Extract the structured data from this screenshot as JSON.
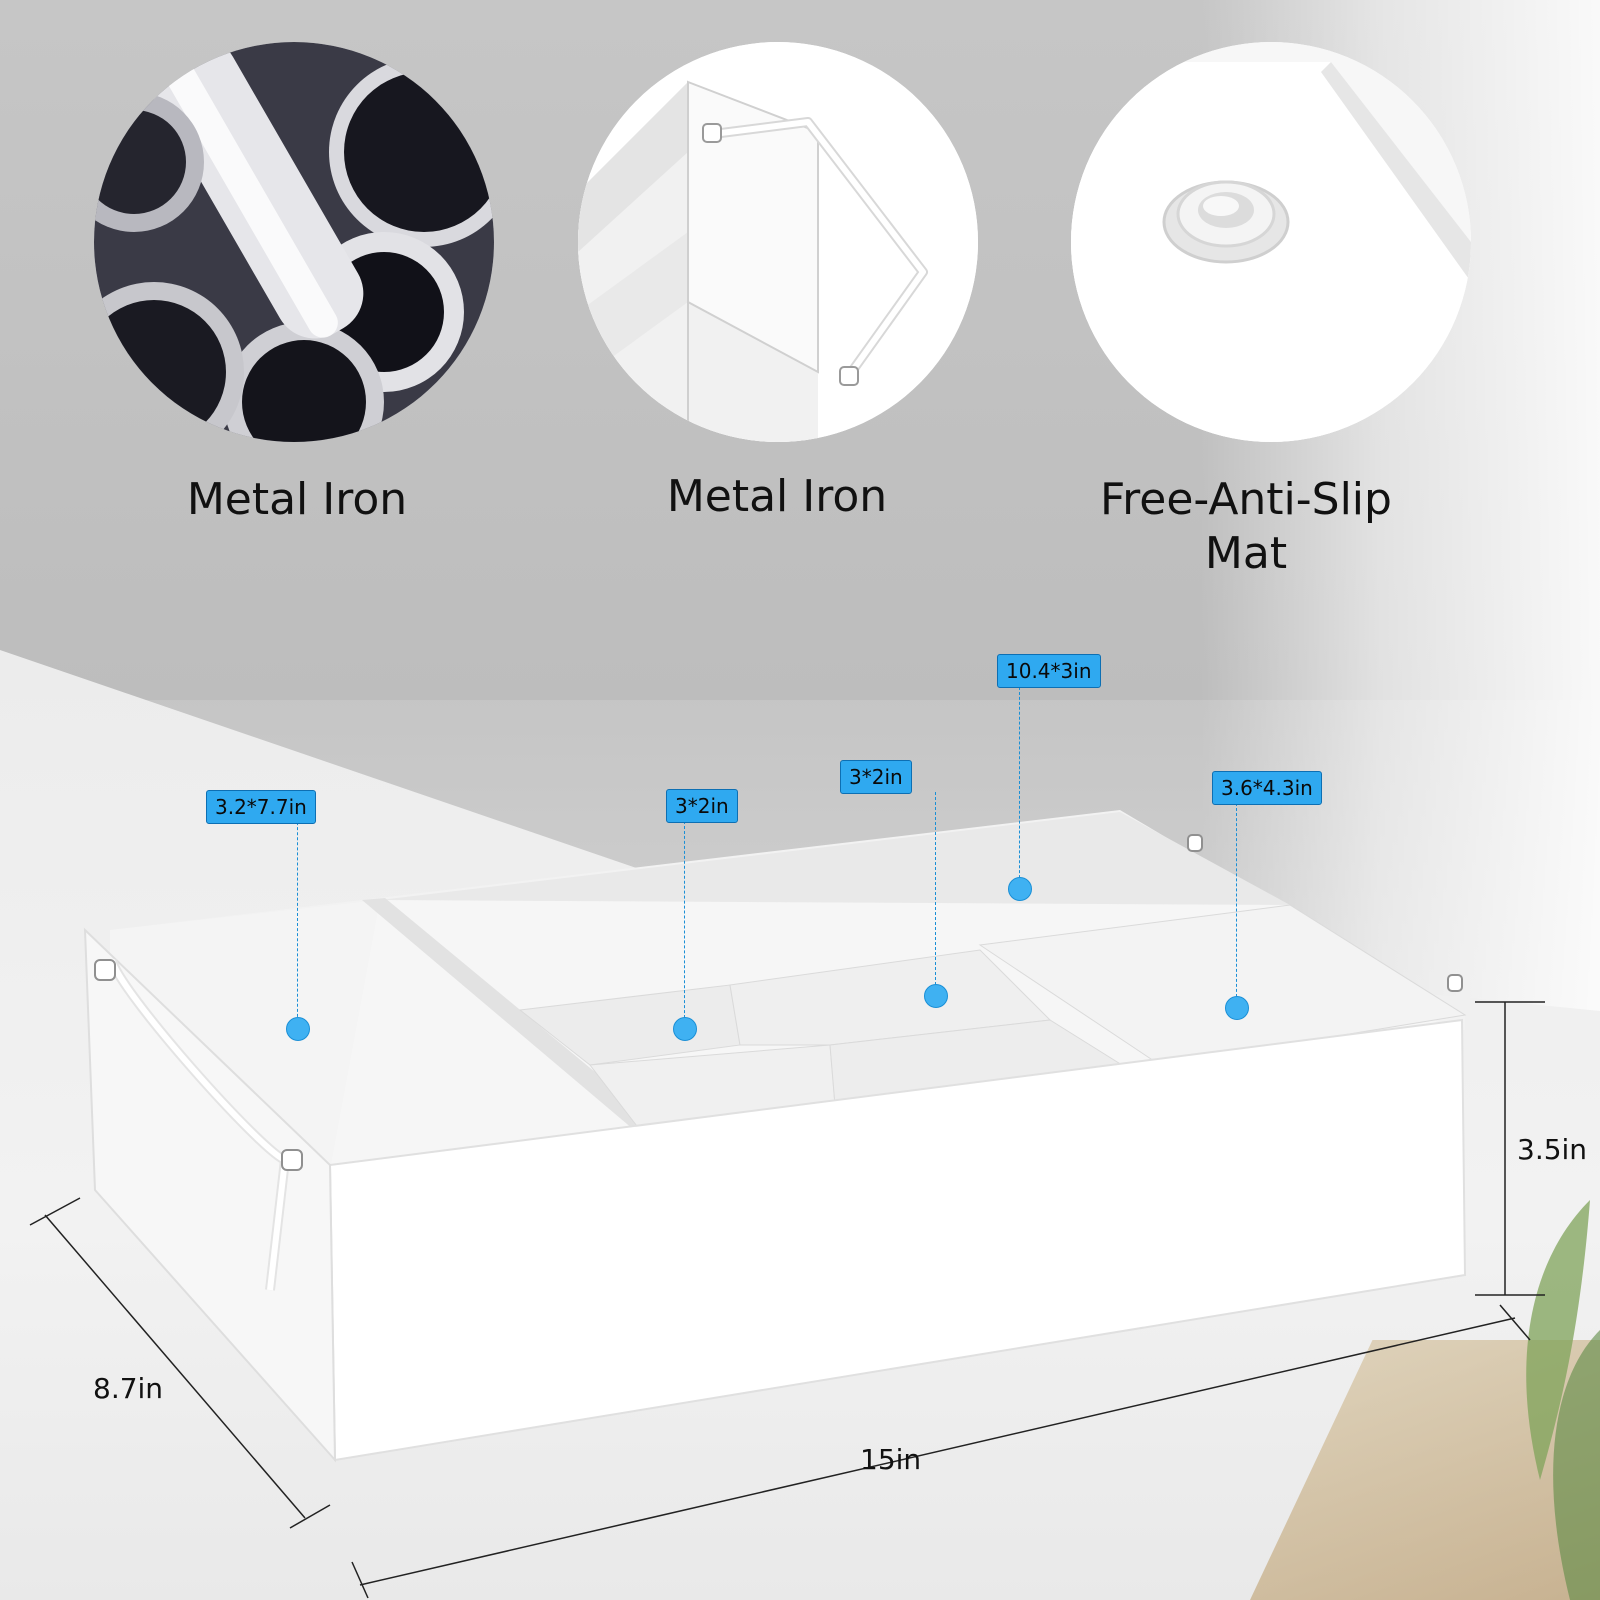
{
  "features": [
    {
      "label": "Metal Iron",
      "icon": "metal-tubes-icon"
    },
    {
      "label": "Metal Iron",
      "icon": "wire-handle-icon"
    },
    {
      "label_line1": "Free-Anti-Slip",
      "label_line2": "Mat",
      "icon": "anti-slip-mat-icon"
    }
  ],
  "compartments": [
    {
      "label": "3.2*7.7in"
    },
    {
      "label": "3*2in"
    },
    {
      "label": "3*2in"
    },
    {
      "label": "10.4*3in"
    },
    {
      "label": "3.6*4.3in"
    }
  ],
  "dimensions": {
    "height": "3.5in",
    "depth": "8.7in",
    "width": "15in"
  },
  "colors": {
    "callout": "#2fa9f0",
    "callout_border": "#0d6fb3",
    "box": "#ffffff"
  }
}
